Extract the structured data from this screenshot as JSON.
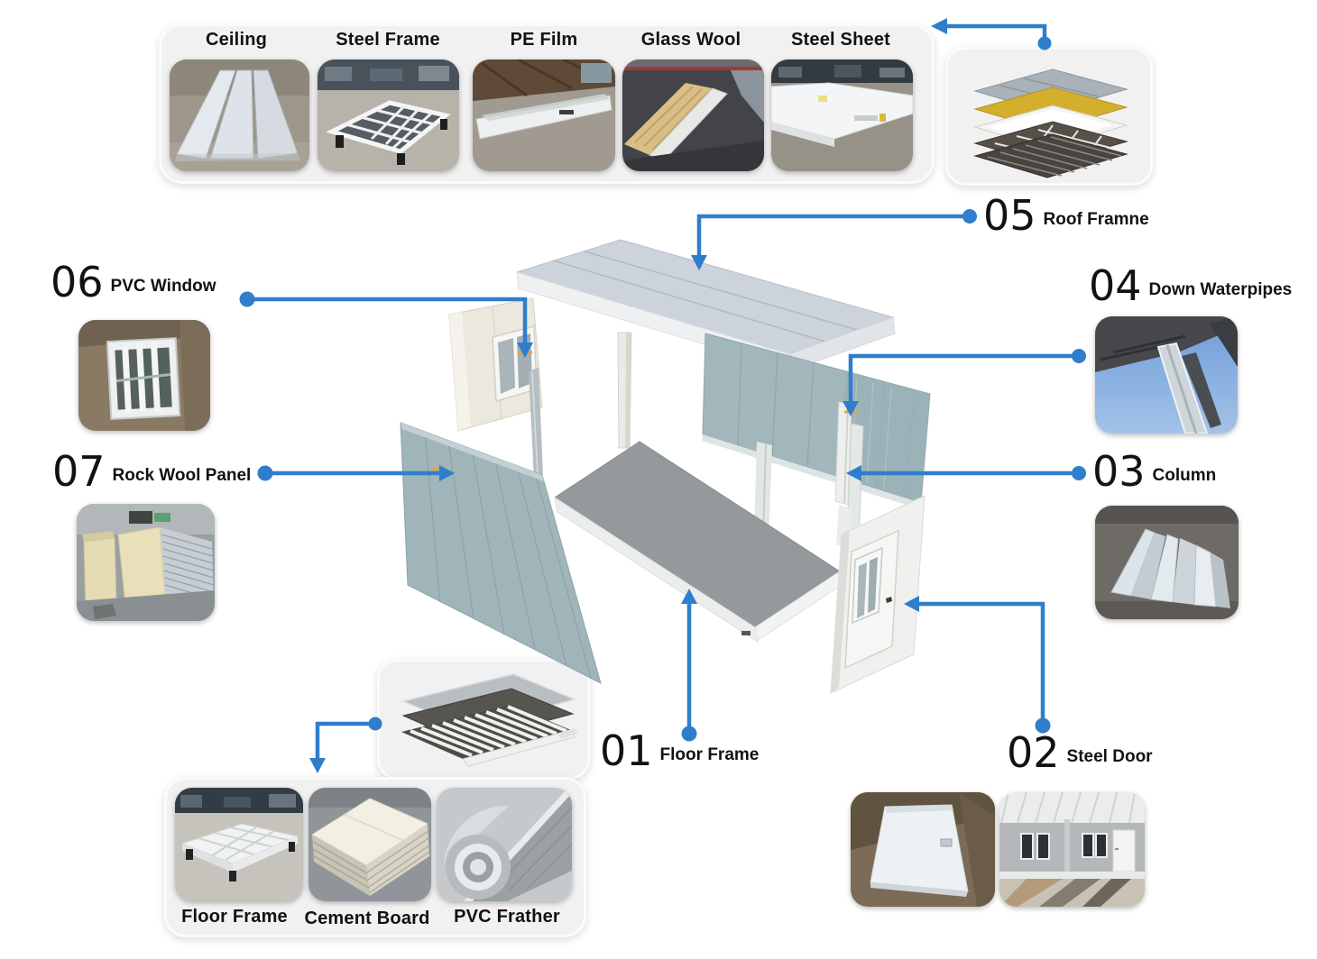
{
  "accent": "#2f7ecb",
  "top_strip": {
    "items": [
      {
        "label": "Ceiling"
      },
      {
        "label": "Steel Frame"
      },
      {
        "label": "PE Film"
      },
      {
        "label": "Glass Wool"
      },
      {
        "label": "Steel Sheet"
      }
    ]
  },
  "callouts": {
    "floor_frame": {
      "num": "01",
      "label": "Floor Frame"
    },
    "steel_door": {
      "num": "02",
      "label": "Steel Door"
    },
    "column": {
      "num": "03",
      "label": "Column"
    },
    "down_waterpipes": {
      "num": "04",
      "label": "Down Waterpipes"
    },
    "roof_frame": {
      "num": "05",
      "label": "Roof Framne"
    },
    "pvc_window": {
      "num": "06",
      "label": "PVC Window"
    },
    "rock_wool_panel": {
      "num": "07",
      "label": "Rock Wool Panel"
    }
  },
  "bottom_strip": {
    "items": [
      {
        "label": "Floor Frame"
      },
      {
        "label": "Cement Board"
      },
      {
        "label": "PVC Frather"
      }
    ]
  }
}
